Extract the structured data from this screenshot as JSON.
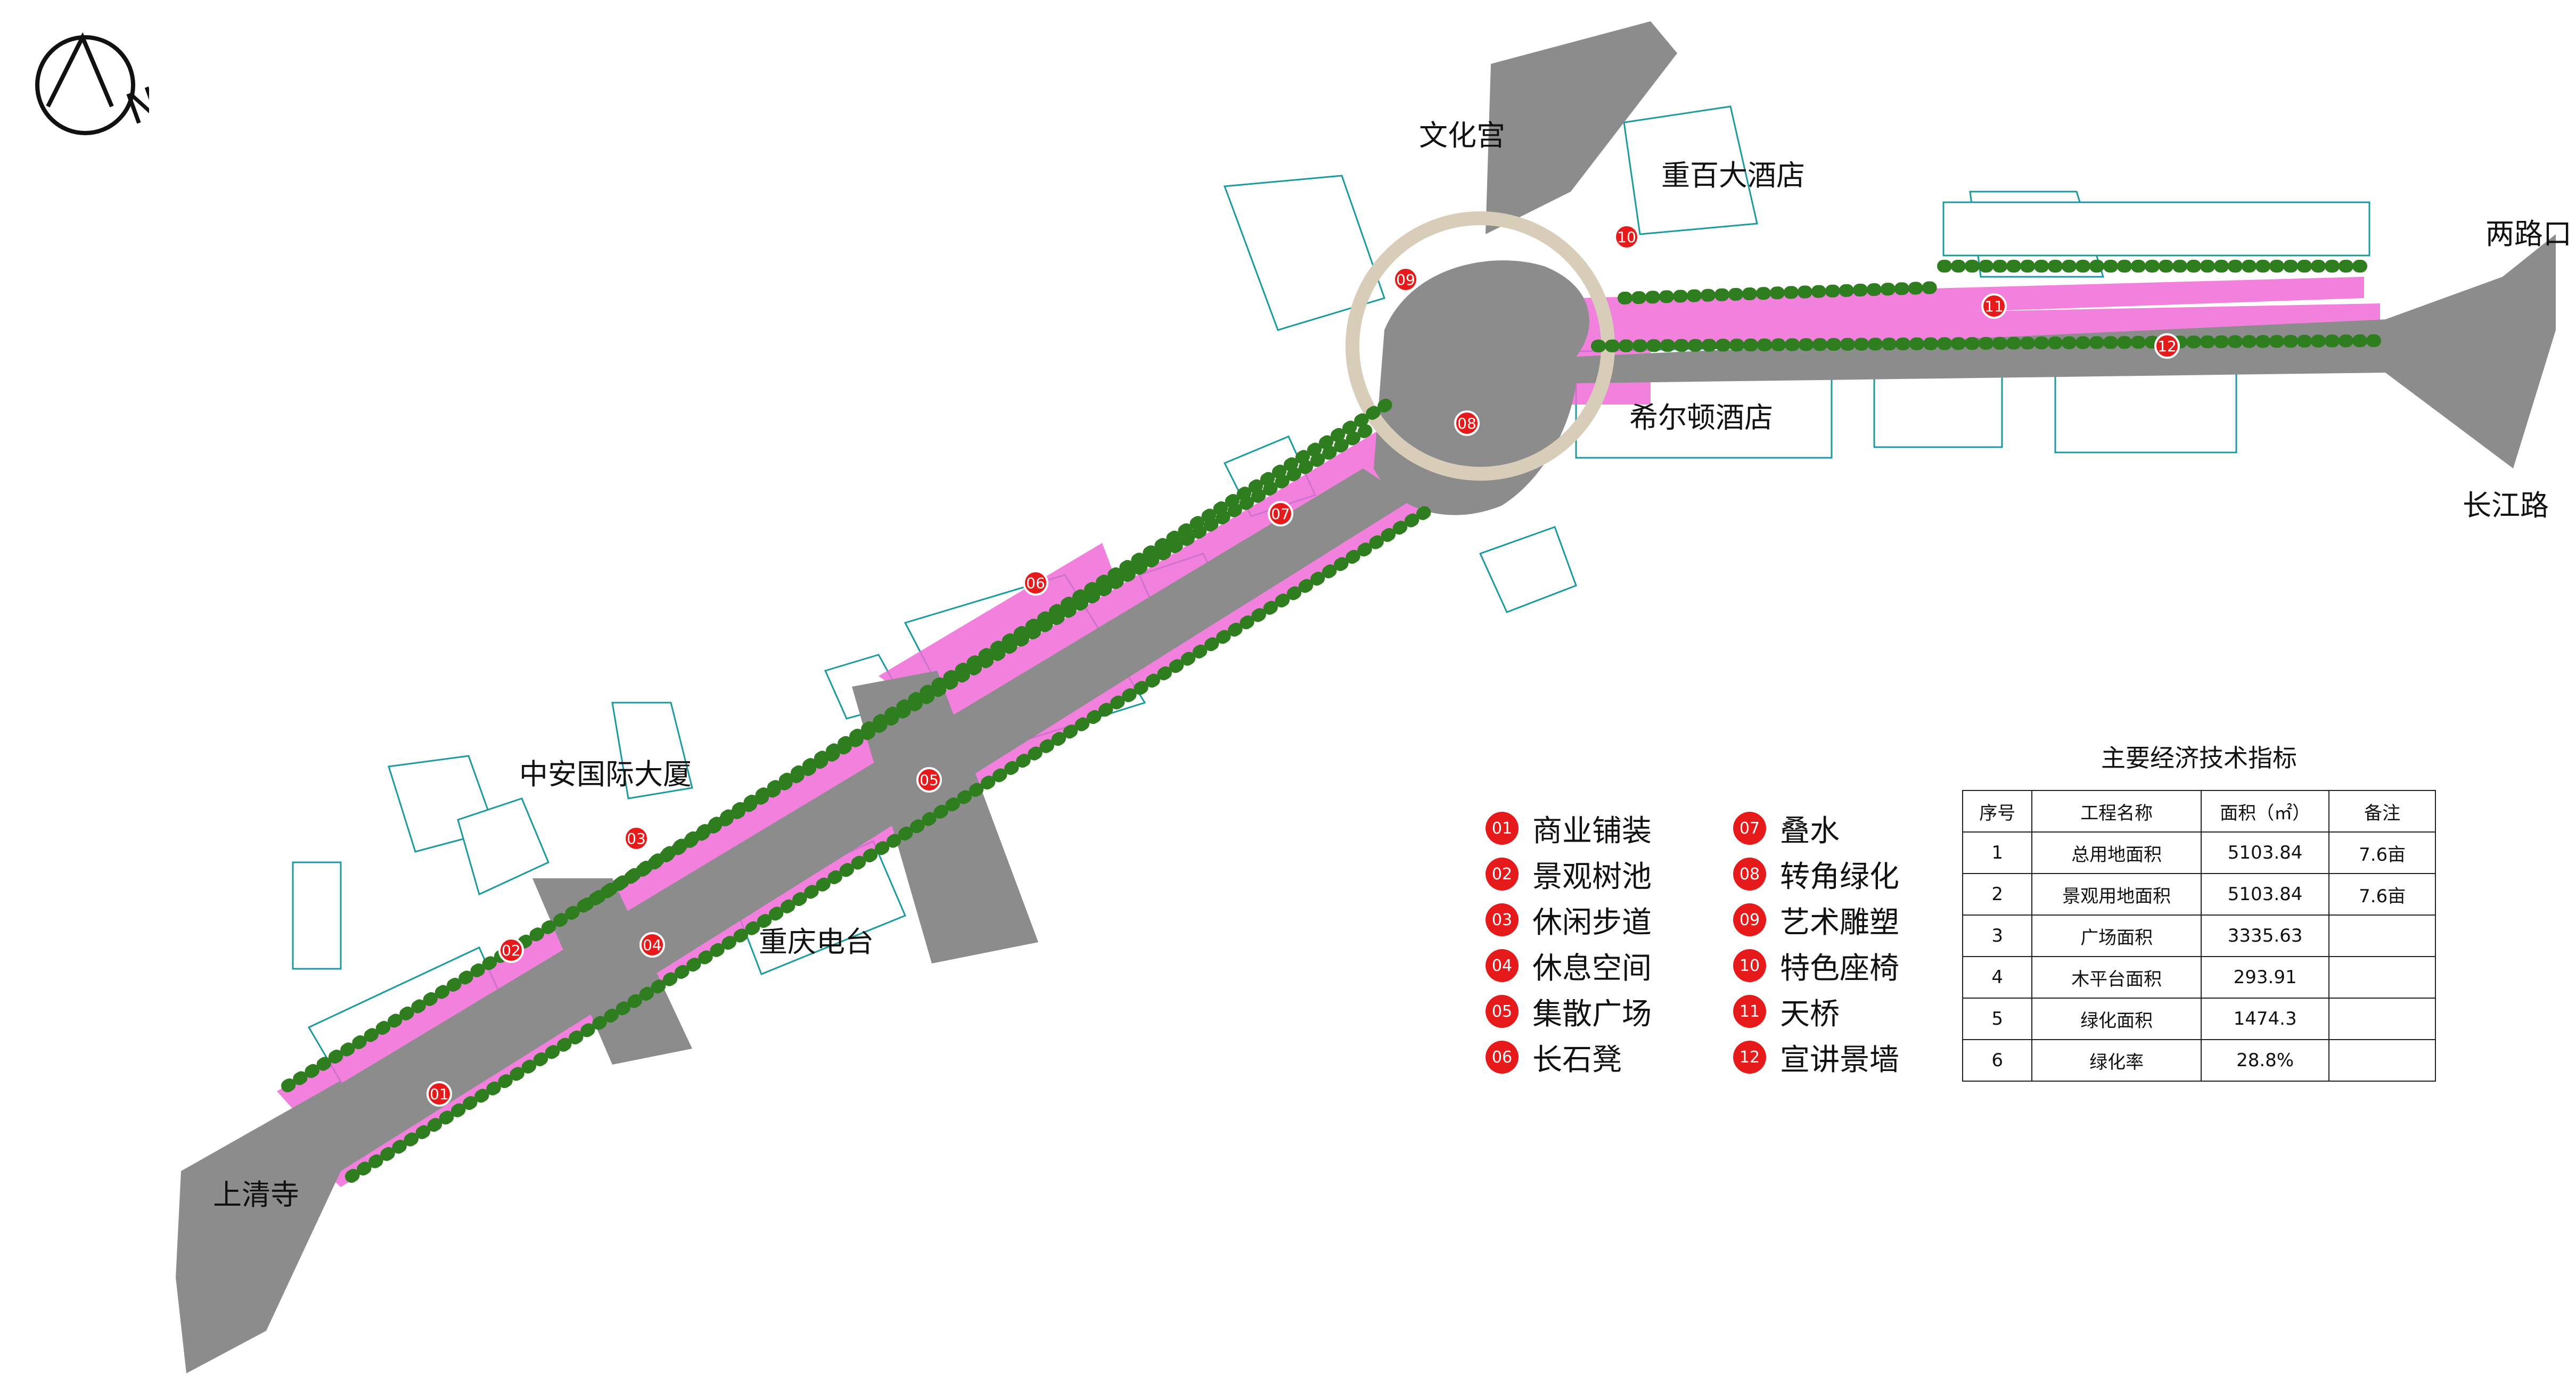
{
  "compass": {
    "icon": "north-arrow-icon",
    "letter": "N"
  },
  "places": {
    "wenhuagong": "文化宫",
    "chongbai": "重百大酒店",
    "lianglukou": "两路口",
    "changjianglu": "长江路",
    "hilton": "希尔顿酒店",
    "zhongan": "中安国际大厦",
    "chongqing_tv": "重庆电台",
    "shangqingsi": "上清寺"
  },
  "legend": [
    {
      "num": "01",
      "label": "商业铺装"
    },
    {
      "num": "02",
      "label": "景观树池"
    },
    {
      "num": "03",
      "label": "休闲步道"
    },
    {
      "num": "04",
      "label": "休息空间"
    },
    {
      "num": "05",
      "label": "集散广场"
    },
    {
      "num": "06",
      "label": "长石凳"
    },
    {
      "num": "07",
      "label": "叠水"
    },
    {
      "num": "08",
      "label": "转角绿化"
    },
    {
      "num": "09",
      "label": "艺术雕塑"
    },
    {
      "num": "10",
      "label": "特色座椅"
    },
    {
      "num": "11",
      "label": "天桥"
    },
    {
      "num": "12",
      "label": "宣讲景墙"
    }
  ],
  "markers": [
    "01",
    "02",
    "03",
    "04",
    "05",
    "06",
    "07",
    "08",
    "09",
    "10",
    "11",
    "12"
  ],
  "indicators": {
    "title": "主要经济技术指标",
    "headers": [
      "序号",
      "工程名称",
      "面积（㎡）",
      "备注"
    ],
    "rows": [
      [
        "1",
        "总用地面积",
        "5103.84",
        "7.6亩"
      ],
      [
        "2",
        "景观用地面积",
        "5103.84",
        "7.6亩"
      ],
      [
        "3",
        "广场面积",
        "3335.63",
        ""
      ],
      [
        "4",
        "木平台面积",
        "293.91",
        ""
      ],
      [
        "5",
        "绿化面积",
        "1474.3",
        ""
      ],
      [
        "6",
        "绿化率",
        "28.8%",
        ""
      ]
    ]
  },
  "colors": {
    "road": "#8c8c8c",
    "plaza": "#f06bd8",
    "tree": "#2e7d1e",
    "marker": "#e61a1a",
    "building_outline": "#1b9aa0"
  }
}
